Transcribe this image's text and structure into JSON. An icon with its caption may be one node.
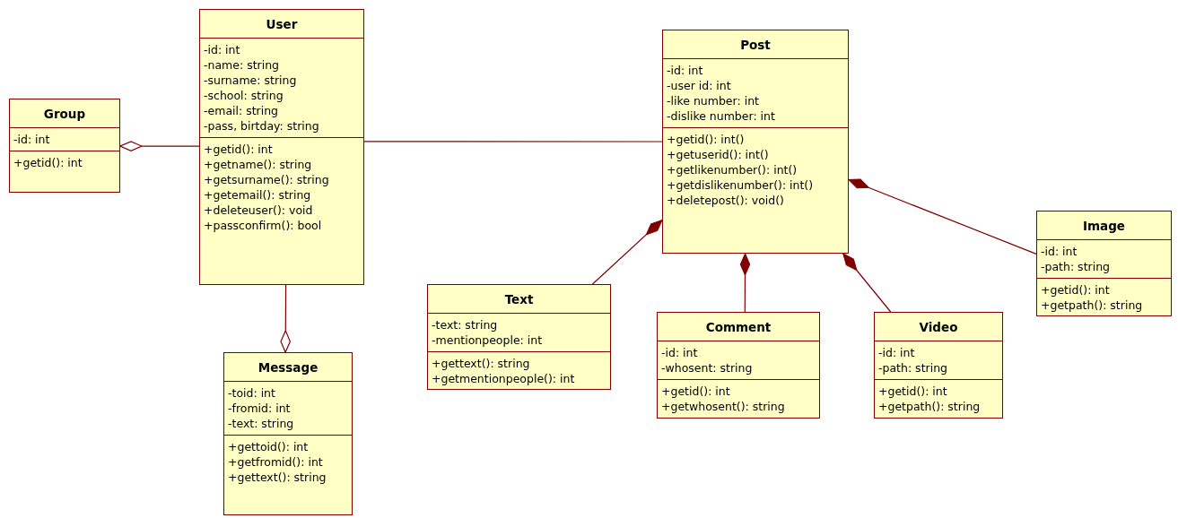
{
  "diagram": {
    "nodes": [
      {
        "text": [
          "Group",
          "-id: int",
          "+getid(): int"
        ]
      },
      {
        "text": [
          "User",
          "-id: int",
          "-name: string",
          "-surname: string",
          "-school: string",
          "-email: string",
          "-pass, birtday: string",
          "+getid(): int",
          "+getname(): string",
          "+getsurname(): string",
          "+getemail(): string",
          "+deleteuser(): void",
          "+passconfirm(): bool"
        ]
      },
      {
        "text": [
          "Message",
          "-toid: int",
          "-fromid: int",
          "-text: string",
          "+gettoid(): int",
          "+getfromid(): int",
          "+gettext(): string"
        ]
      },
      {
        "text": [
          "Post",
          "-id: int",
          "-user id: int",
          "-like number: int",
          "-dislike number: int",
          "+getid(): int()",
          "+getuserid(): int()",
          "+getlikenumber(): int()",
          "+getdislikenumber(): int()",
          "+deletepost(): void()"
        ]
      },
      {
        "text": [
          "Text",
          "-text: string",
          "-mentionpeople: int",
          "+gettext(): string",
          "+getmentionpeople(): int"
        ]
      },
      {
        "text": [
          "Comment",
          "-id: int",
          "-whosent: string",
          "+getid(): int",
          "+getwhosent(): string"
        ]
      },
      {
        "text": [
          "Video",
          "-id: int",
          "-path: string",
          "+getid(): int",
          "+getpath(): string"
        ]
      },
      {
        "text": [
          "Image",
          "-id: int",
          "-path: string",
          "+getid(): int",
          "+getpath(): string"
        ]
      }
    ],
    "edges": [
      {
        "from": 1,
        "to": 0,
        "arrow": "other"
      },
      {
        "from": 1,
        "to": 3,
        "arrow": "none"
      },
      {
        "from": 1,
        "to": 2,
        "arrow": "other"
      },
      {
        "from": 4,
        "to": 3,
        "arrow": "other"
      },
      {
        "from": 5,
        "to": 3,
        "arrow": "other"
      },
      {
        "from": 6,
        "to": 3,
        "arrow": "other"
      },
      {
        "from": 7,
        "to": 3,
        "arrow": "other"
      }
    ]
  }
}
